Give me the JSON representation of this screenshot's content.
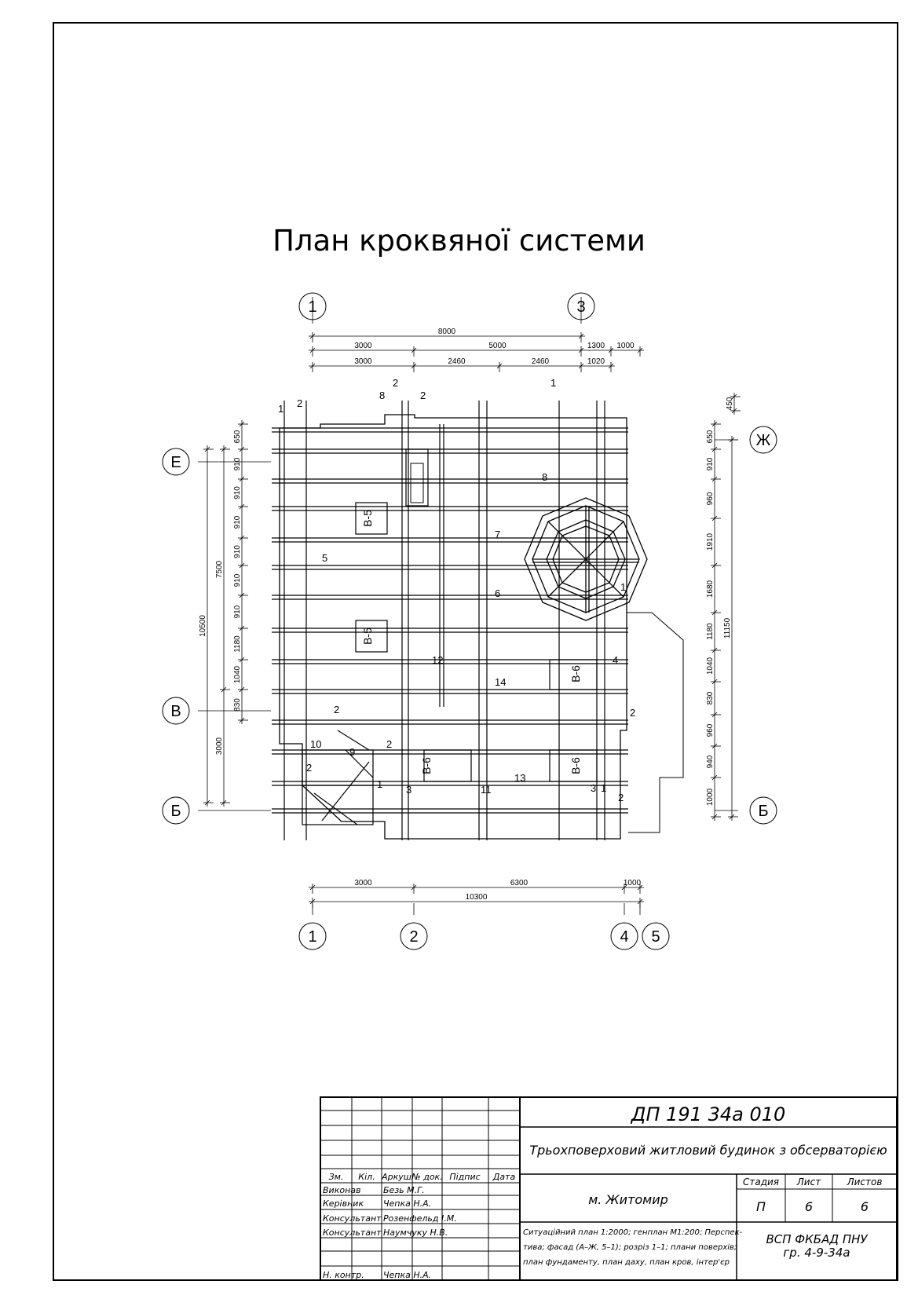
{
  "title": "План кроквяної системи",
  "axes": {
    "top": [
      "1",
      "3"
    ],
    "bottom": [
      "1",
      "2",
      "4",
      "5"
    ],
    "left": [
      "Е",
      "В",
      "Б"
    ],
    "right": [
      "Ж",
      "Б"
    ]
  },
  "dims": {
    "top_overall": "8000",
    "top_row1": [
      "3000",
      "5000",
      "1300",
      "1000"
    ],
    "top_row2": [
      "3000",
      "2460",
      "2460",
      "1020"
    ],
    "left_chain": [
      "650",
      "910",
      "910",
      "910",
      "910",
      "910",
      "910",
      "1180",
      "1040",
      "830"
    ],
    "left_mid": [
      "7500",
      "3000"
    ],
    "left_overall": "10500",
    "right_top": "450",
    "right_chain": [
      "650",
      "910",
      "960",
      "1910",
      "1680",
      "1180",
      "1040",
      "830",
      "960",
      "940",
      "1000"
    ],
    "right_overall": "11150",
    "bottom_row1": [
      "3000",
      "6300",
      "1000"
    ],
    "bottom_overall": "10300"
  },
  "labels": {
    "marks": [
      "1",
      "2",
      "8",
      "2",
      "2",
      "1",
      "8",
      "7",
      "5",
      "6",
      "1",
      "12",
      "4",
      "14",
      "2",
      "2",
      "10",
      "9",
      "2",
      "2",
      "1",
      "3",
      "11",
      "13",
      "3",
      "1",
      "2"
    ],
    "beams": [
      "В-5",
      "В-5",
      "В-6",
      "В-6",
      "В-6"
    ]
  },
  "title_block": {
    "code": "ДП 191 34а 010",
    "project": "Трьохповерховий житловий будинок з обсерваторією",
    "city": "м. Житомир",
    "header": [
      "Зм.",
      "Кіл.",
      "Аркуш",
      "№ док.",
      "Підпис",
      "Дата"
    ],
    "roles": [
      "Виконав",
      "Керівник",
      "Консультант",
      "Консультант",
      "Н. контр."
    ],
    "names": [
      "Безь М.Г.",
      "Чепка Н.А.",
      "Розенфельд І.М.",
      "Наумчуку Н.В.",
      "Чепка Н.А."
    ],
    "stage_head": [
      "Стадия",
      "Лист",
      "Листов"
    ],
    "stage_vals": [
      "П",
      "6",
      "6"
    ],
    "contents": [
      "Ситуаційний план 1:2000; генплан М1:200; Перспек-",
      "тива; фасад (А–Ж, 5–1); розріз 1–1; плани поверхів;",
      "план фундаменту, план даху, план кров, інтер'єр"
    ],
    "org": [
      "ВСП ФКБАД ПНУ",
      "гр. 4-9-34а"
    ]
  }
}
